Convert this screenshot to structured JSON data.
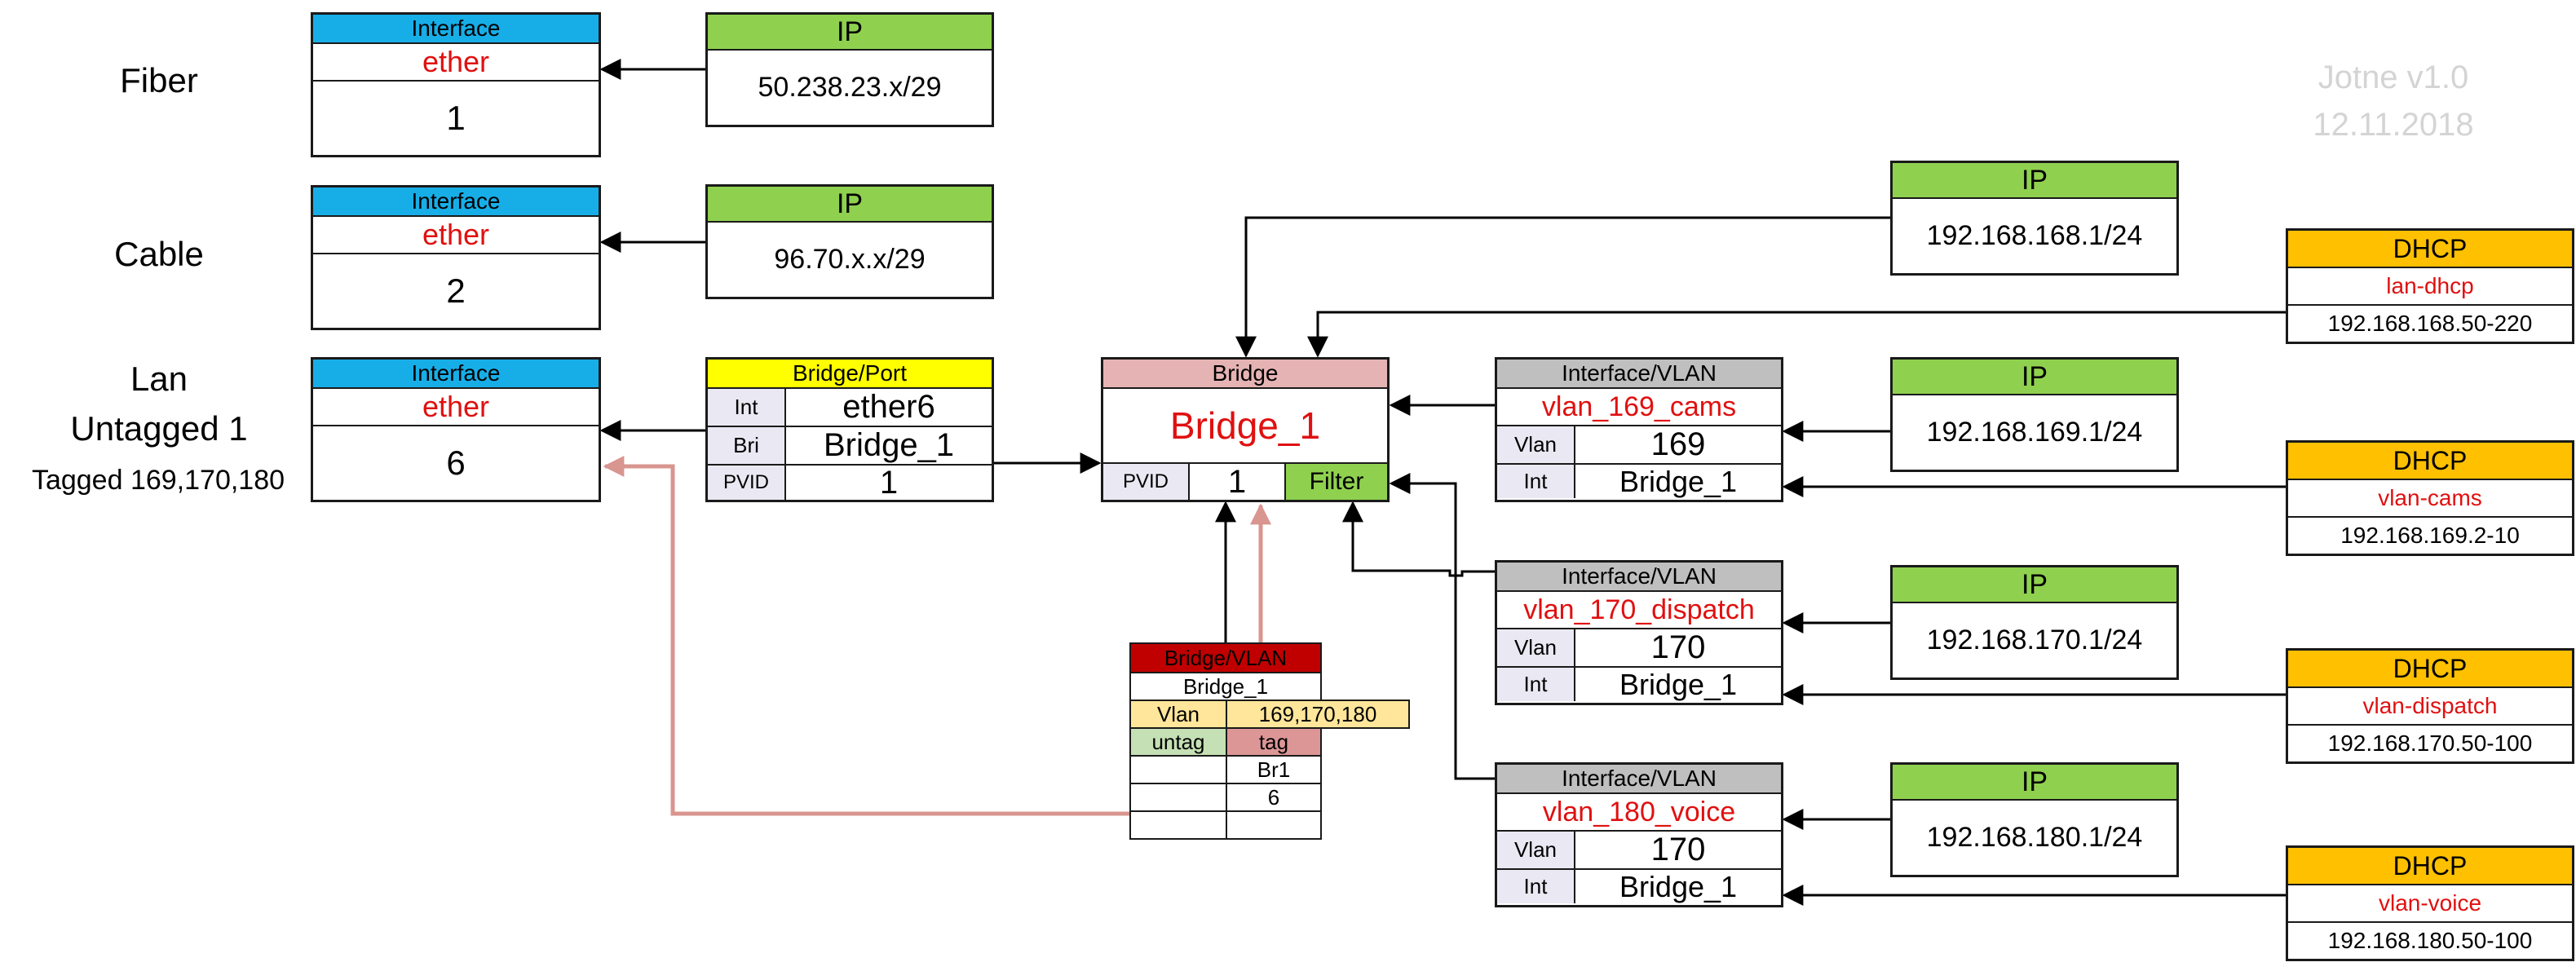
{
  "version": {
    "name": "Jotne  v1.0",
    "date": "12.11.2018"
  },
  "side_labels": {
    "fiber": "Fiber",
    "cable": "Cable",
    "lan": "Lan",
    "untagged": "Untagged 1",
    "tagged": "Tagged 169,170,180"
  },
  "interfaces": [
    {
      "header": "Interface",
      "name": "ether",
      "number": "1"
    },
    {
      "header": "Interface",
      "name": "ether",
      "number": "2"
    },
    {
      "header": "Interface",
      "name": "ether",
      "number": "6"
    }
  ],
  "wan_ips": [
    {
      "header": "IP",
      "address": "50.238.23.x/29"
    },
    {
      "header": "IP",
      "address": "96.70.x.x/29"
    }
  ],
  "bridge_port": {
    "header": "Bridge/Port",
    "rows": [
      {
        "key": "Int",
        "value": "ether6"
      },
      {
        "key": "Bri",
        "value": "Bridge_1"
      },
      {
        "key": "PVID",
        "value": "1"
      }
    ]
  },
  "bridge": {
    "header": "Bridge",
    "name": "Bridge_1",
    "pvid_label": "PVID",
    "pvid_value": "1",
    "filter_label": "Filter"
  },
  "bridge_vlan": {
    "header": "Bridge/VLAN",
    "bridge": "Bridge_1",
    "vlan_label": "Vlan",
    "vlan_ids": "169,170,180",
    "untag_label": "untag",
    "tag_label": "tag",
    "tag_values": [
      "Br1",
      "6",
      ""
    ],
    "untag_values": [
      "",
      "",
      ""
    ]
  },
  "vlans": [
    {
      "header": "Interface/VLAN",
      "name": "vlan_169_cams",
      "vlan_label": "Vlan",
      "vlan_id": "169",
      "int_label": "Int",
      "int_value": "Bridge_1"
    },
    {
      "header": "Interface/VLAN",
      "name": "vlan_170_dispatch",
      "vlan_label": "Vlan",
      "vlan_id": "170",
      "int_label": "Int",
      "int_value": "Bridge_1"
    },
    {
      "header": "Interface/VLAN",
      "name": "vlan_180_voice",
      "vlan_label": "Vlan",
      "vlan_id": "170",
      "int_label": "Int",
      "int_value": "Bridge_1"
    }
  ],
  "lan_ips": [
    {
      "header": "IP",
      "address": "192.168.168.1/24"
    },
    {
      "header": "IP",
      "address": "192.168.169.1/24"
    },
    {
      "header": "IP",
      "address": "192.168.170.1/24"
    },
    {
      "header": "IP",
      "address": "192.168.180.1/24"
    }
  ],
  "dhcp": [
    {
      "header": "DHCP",
      "name": "lan-dhcp",
      "range": "192.168.168.50-220"
    },
    {
      "header": "DHCP",
      "name": "vlan-cams",
      "range": "192.168.169.2-10"
    },
    {
      "header": "DHCP",
      "name": "vlan-dispatch",
      "range": "192.168.170.50-100"
    },
    {
      "header": "DHCP",
      "name": "vlan-voice",
      "range": "192.168.180.50-100"
    }
  ],
  "colors": {
    "interface_header": "#17aee8",
    "ip_header": "#8fd14f",
    "bridge_port_header": "#ffff00",
    "bridge_header": "#e5b3b3",
    "vlan_header": "#bfbfbf",
    "dhcp_header": "#ffc000",
    "bridge_vlan_header": "#c00000",
    "name_text": "#e01010",
    "tag_arrow": "#d9958f"
  }
}
